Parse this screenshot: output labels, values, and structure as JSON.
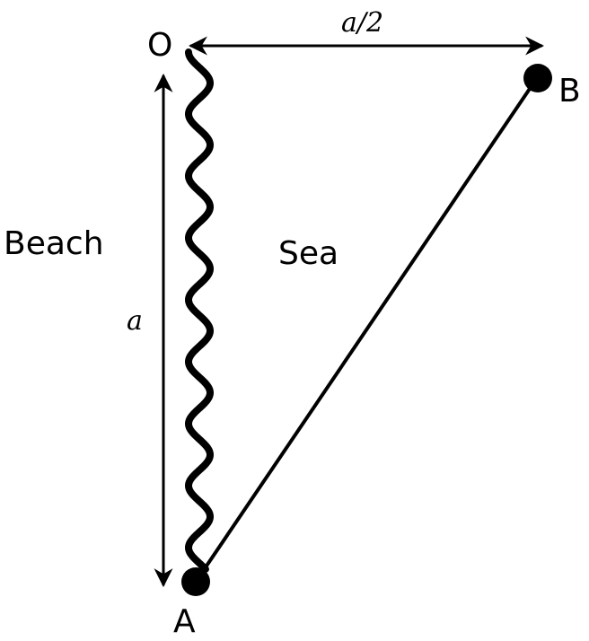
{
  "labels": {
    "origin": "O",
    "point_a": "A",
    "point_b": "B",
    "beach": "Beach",
    "sea": "Sea",
    "distance_vertical": "a",
    "distance_horizontal": "a/2"
  },
  "colors": {
    "ink": "#000000",
    "background": "#ffffff"
  }
}
